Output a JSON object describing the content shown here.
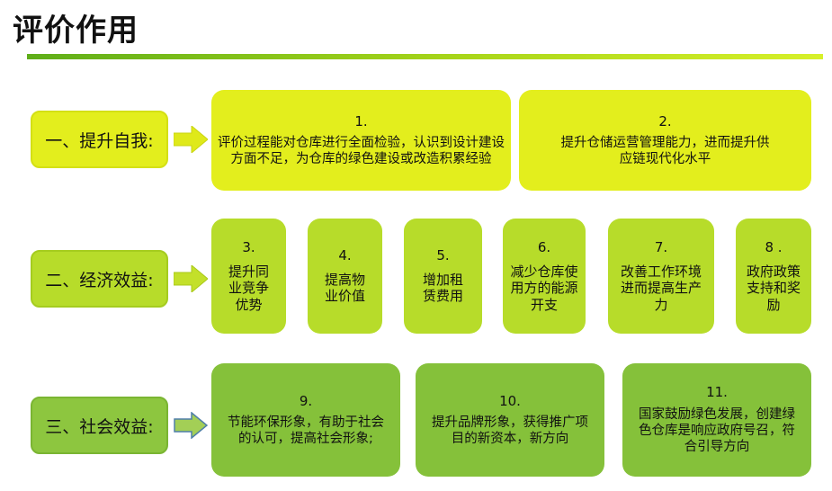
{
  "title": "评价作用",
  "rows": [
    {
      "label": "一、提升自我:",
      "items": [
        {
          "num": "1.",
          "text": "评价过程能对仓库进行全面检验，认识到设计建设方面不足，为仓库的绿色建设或改造积累经验"
        },
        {
          "num": "2.",
          "text": "提升仓储运营管理能力，进而提升供应链现代化水平"
        }
      ]
    },
    {
      "label": "二、经济效益:",
      "items": [
        {
          "num": "3.",
          "text": "提升同业竞争优势"
        },
        {
          "num": "4.",
          "text": "提高物业价值"
        },
        {
          "num": "5.",
          "text": "增加租赁费用"
        },
        {
          "num": "6.",
          "text": "减少仓库使用方的能源开支"
        },
        {
          "num": "7.",
          "text": "改善工作环境进而提高生产力"
        },
        {
          "num": "8 .",
          "text": "政府政策支持和奖励"
        }
      ]
    },
    {
      "label": "三、社会效益:",
      "items": [
        {
          "num": "9.",
          "text": "节能环保形象，有助于社会的认可，提高社会形象;"
        },
        {
          "num": "10.",
          "text": "提升品牌形象，获得推广项目的新资本，新方向"
        },
        {
          "num": "11.",
          "text": "国家鼓励绿色发展，创建绿色仓库是响应政府号召，符合引导方向"
        }
      ]
    }
  ],
  "colors": {
    "yellow": "#e3ee1d",
    "lime": "#b7dc2a",
    "green": "#85c13a",
    "arrow_yellow": "#dfe91a",
    "arrow_green": "#8dc63f"
  }
}
